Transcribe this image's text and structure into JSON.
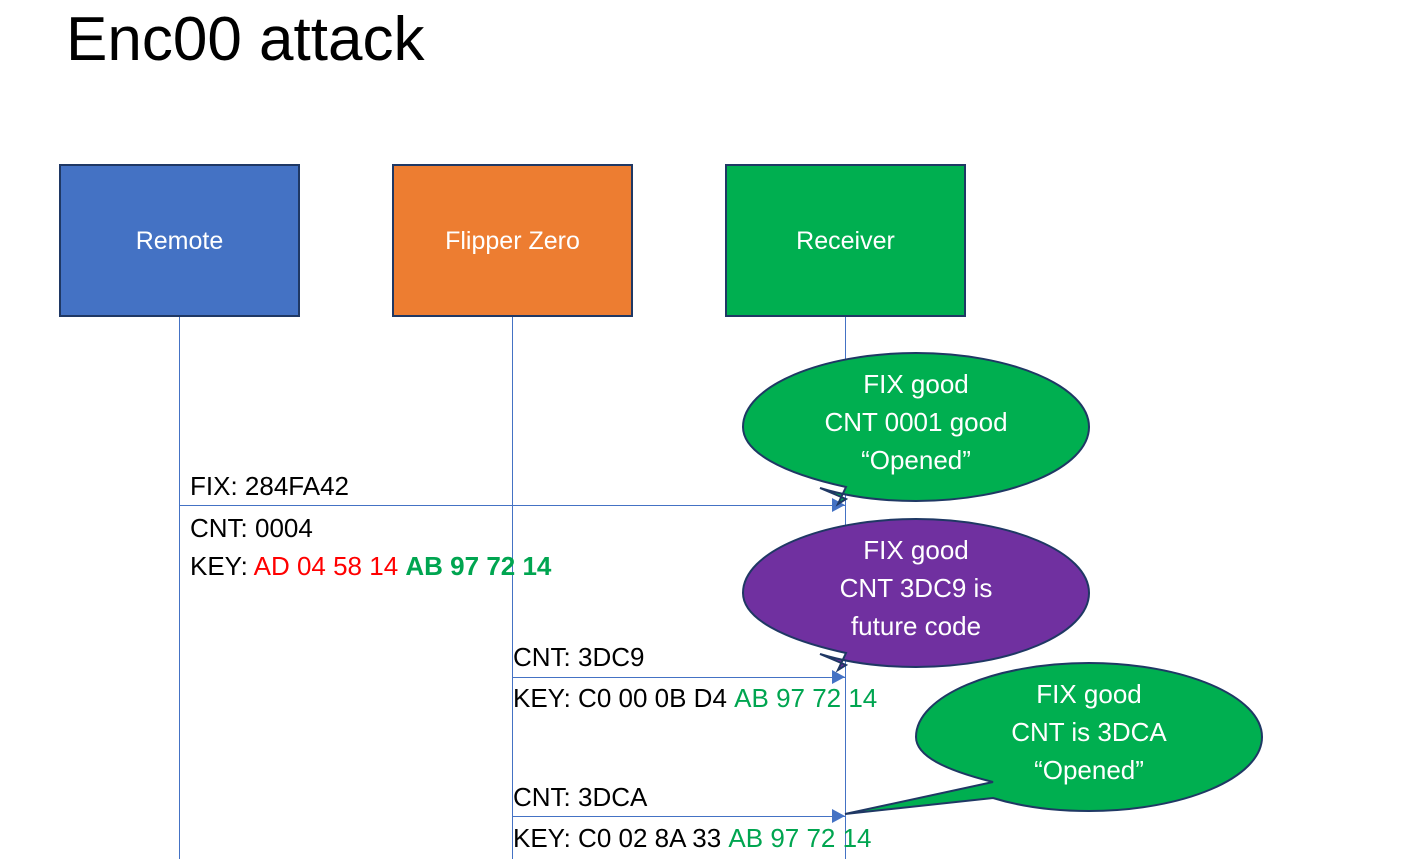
{
  "slide": {
    "title": "Enc00 attack",
    "background": "#FFFFFF"
  },
  "colors": {
    "remote_blue": "#4472C4",
    "flipper_orange": "#ED7D31",
    "receiver_green": "#00AF50",
    "callout_purple": "#7030A0",
    "outline_navy": "#1F3864",
    "key_red": "#FF0000",
    "key_green": "#00A550"
  },
  "actors": [
    {
      "id": "remote",
      "label": "Remote",
      "color": "#4472C4"
    },
    {
      "id": "flipper",
      "label": "Flipper Zero",
      "color": "#ED7D31"
    },
    {
      "id": "receiver",
      "label": "Receiver",
      "color": "#00AF50"
    }
  ],
  "messages": [
    {
      "id": "msg-1",
      "from": "remote",
      "to": "receiver",
      "fix_label": "FIX: 284FA42",
      "cnt_label": "CNT: 0004",
      "key_prefix": "KEY: ",
      "key_part1": "AD 04 58 14",
      "key_part2": "AB 97 72 14"
    },
    {
      "id": "msg-2",
      "from": "flipper",
      "to": "receiver",
      "cnt_label": "CNT: 3DC9",
      "key_prefix": "KEY: ",
      "key_part1": "C0 00 0B D4",
      "key_part2": "AB 97 72 14"
    },
    {
      "id": "msg-3",
      "from": "flipper",
      "to": "receiver",
      "cnt_label": "CNT: 3DCA",
      "key_prefix": "KEY: ",
      "key_part1": "C0 02 8A 33",
      "key_part2": "AB 97 72 14"
    }
  ],
  "callouts": [
    {
      "id": "callout-1",
      "color": "#00AF50",
      "line1": "FIX good",
      "line2": "CNT 0001 good",
      "line3": "“Opened”"
    },
    {
      "id": "callout-2",
      "color": "#7030A0",
      "line1": "FIX good",
      "line2": "CNT 3DC9 is",
      "line3": "future code"
    },
    {
      "id": "callout-3",
      "color": "#00AF50",
      "line1": "FIX good",
      "line2": "CNT is 3DCA",
      "line3": "“Opened”"
    }
  ]
}
